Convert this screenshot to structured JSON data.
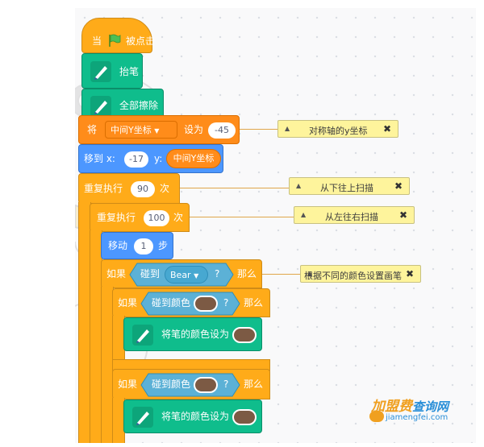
{
  "blocks": {
    "when_flag": {
      "label_when": "当",
      "label_clicked": "被点击"
    },
    "pen_down": {
      "label": "抬笔"
    },
    "erase_all": {
      "label": "全部擦除"
    },
    "set_var": {
      "label_set": "将",
      "var_name": "中间Y坐标",
      "label_to": "设为",
      "value": "-45"
    },
    "goto_xy": {
      "label_goto": "移到 x:",
      "x_value": "-17",
      "label_y": "y:",
      "y_var": "中间Y坐标"
    },
    "repeat_outer": {
      "label": "重复执行",
      "times": "90",
      "unit": "次"
    },
    "repeat_inner": {
      "label": "重复执行",
      "times": "100",
      "unit": "次"
    },
    "move": {
      "label": "移动",
      "steps": "1",
      "unit": "步"
    },
    "if_touch_bear": {
      "label_if": "如果",
      "label_touch": "碰到",
      "target": "Bear",
      "q": "?",
      "label_then": "那么"
    },
    "if_color_1": {
      "label_if": "如果",
      "label_touch_color": "碰到颜色",
      "q": "?",
      "label_then": "那么"
    },
    "set_pen_color_1": {
      "label": "将笔的颜色设为"
    },
    "if_color_2": {
      "label_if": "如果",
      "label_touch_color": "碰到颜色",
      "q": "?",
      "label_then": "那么"
    },
    "set_pen_color_2": {
      "label": "将笔的颜色设为"
    }
  },
  "comments": [
    {
      "text": "对称轴的y坐标",
      "close": "✖"
    },
    {
      "text": "从下往上扫描",
      "close": "✖"
    },
    {
      "text": "从左往右扫描",
      "close": "✖"
    },
    {
      "text": "根据不同的颜色设置画笔",
      "close": "✖"
    }
  ],
  "colors": {
    "events": "#ffab19",
    "pen": "#0fbd8c",
    "variables": "#ff8c1a",
    "motion": "#4c97ff",
    "sensing": "#5cb1d6",
    "control": "#ffab19",
    "swatch": "#7c5a44",
    "comment": "#fef49c"
  },
  "watermark": {
    "brand": "加盟费",
    "brand2": "查询网",
    "url": "jiamengfei.com"
  }
}
